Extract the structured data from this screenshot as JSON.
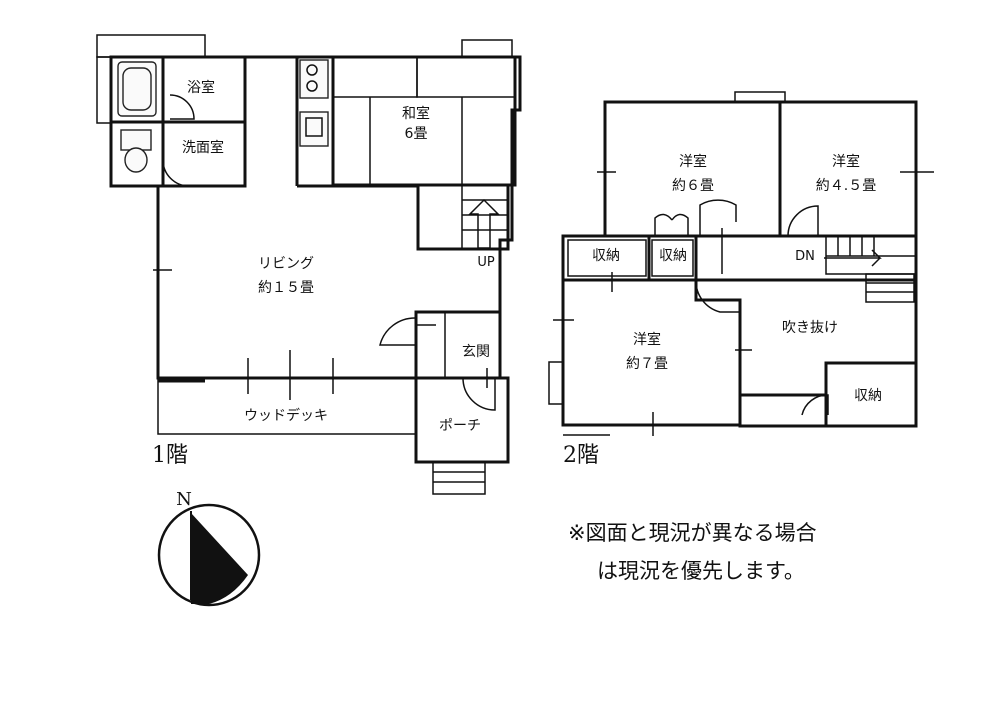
{
  "floor1": {
    "label": "1階",
    "rooms": {
      "bath": "浴室",
      "washroom": "洗面室",
      "washitsu_name": "和室",
      "washitsu_size": "6畳",
      "living_name": "リビング",
      "living_size": "約１５畳",
      "genkan": "玄関",
      "porch": "ポーチ",
      "wooddeck": "ウッドデッキ",
      "stair_up": "UP"
    }
  },
  "floor2": {
    "label": "2階",
    "rooms": {
      "western1_name": "洋室",
      "western1_size": "約６畳",
      "western2_name": "洋室",
      "western2_size": "約４.５畳",
      "western3_name": "洋室",
      "western3_size": "約７畳",
      "storage_a": "収納",
      "storage_b": "収納",
      "storage_c": "収納",
      "fukinuke": "吹き抜け",
      "stair_down": "DN"
    }
  },
  "compass": {
    "north": "N"
  },
  "note": {
    "line1": "※図面と現況が異なる場合",
    "line2": "は現況を優先します。"
  }
}
